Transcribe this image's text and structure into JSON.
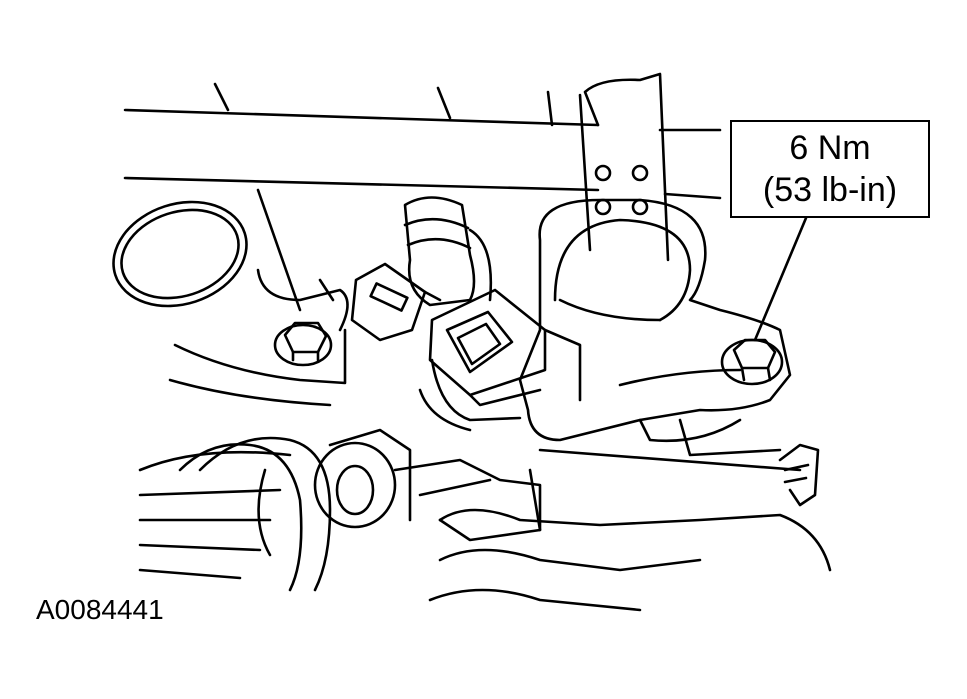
{
  "callout": {
    "torque_metric": "6 Nm",
    "torque_imperial": "(53 lb-in)"
  },
  "figure_id": "A0084441",
  "colors": {
    "ink": "#000000",
    "paper": "#ffffff"
  }
}
